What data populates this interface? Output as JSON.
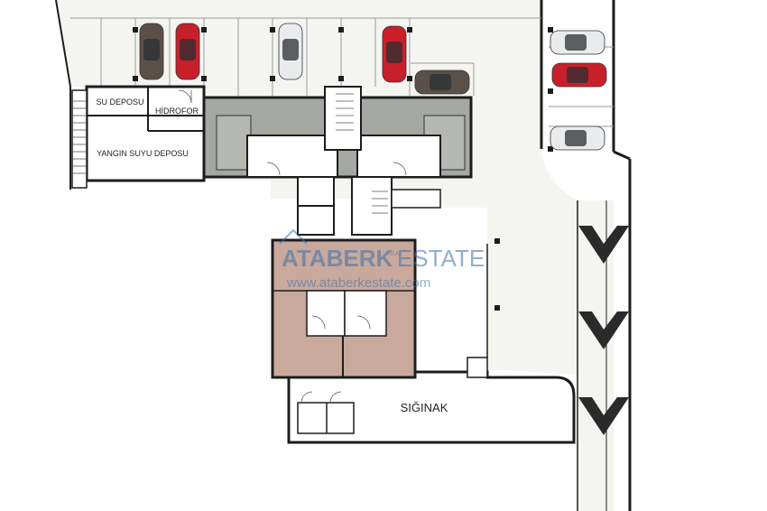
{
  "rooms": {
    "su_deposu": "SU DEPOSU",
    "hidrofor": "HİDROFOR",
    "yangin_suyu_deposu": "YANGIN SUYU DEPOSU",
    "siginak": "SIĞINAK"
  },
  "watermark": {
    "brand_a": "ATABERK",
    "brand_b": "ESTATE",
    "tag": "REAL",
    "url": "www.ataberkestate.com"
  },
  "colors": {
    "corridor": "#f4f4f1",
    "unit_gray": "#a4a7a2",
    "unit_tan": "#c9a99c",
    "wall": "#1d1d1d",
    "car_red": "#c8202a",
    "car_dark": "#5a5048",
    "car_white": "#e9ebec",
    "watermark": "#3b6fa8"
  },
  "parked_cars": [
    {
      "color": "dark",
      "orientation": "vertical"
    },
    {
      "color": "red",
      "orientation": "vertical"
    },
    {
      "color": "white",
      "orientation": "vertical"
    },
    {
      "color": "red",
      "orientation": "vertical"
    },
    {
      "color": "dark",
      "orientation": "horizontal"
    },
    {
      "color": "white",
      "orientation": "horizontal"
    },
    {
      "color": "red",
      "orientation": "horizontal"
    },
    {
      "color": "white",
      "orientation": "horizontal"
    }
  ]
}
